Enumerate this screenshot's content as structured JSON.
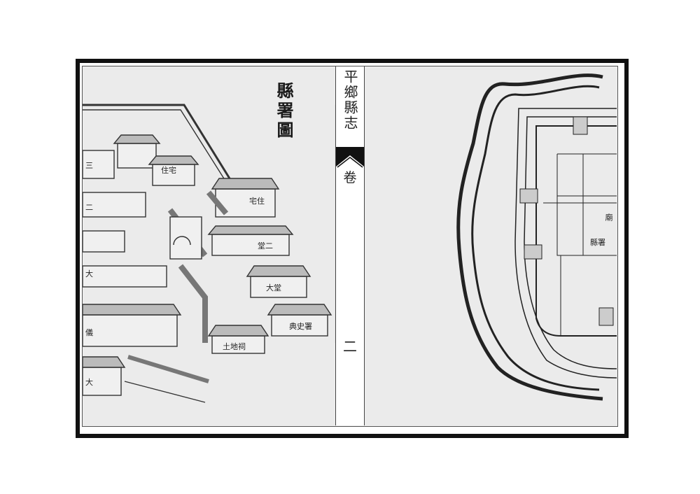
{
  "book": {
    "title": "平鄉縣志",
    "section": "卷",
    "page_number": "二"
  },
  "left_page": {
    "map_title": "縣署圖",
    "labels": [
      {
        "id": "residence-1",
        "text": "住宅"
      },
      {
        "id": "residence-2",
        "text": "宅住"
      },
      {
        "id": "second-hall",
        "text": "堂二"
      },
      {
        "id": "grand-hall",
        "text": "大堂"
      },
      {
        "id": "dianshi-office",
        "text": "典史署"
      },
      {
        "id": "earth-god-shrine",
        "text": "土地祠"
      },
      {
        "id": "side-three",
        "text": "三"
      },
      {
        "id": "side-two",
        "text": "二"
      },
      {
        "id": "side-grand",
        "text": "大"
      },
      {
        "id": "side-ceremony",
        "text": "儀"
      },
      {
        "id": "side-da",
        "text": "大"
      }
    ]
  },
  "right_page": {
    "labels": [
      {
        "id": "temple",
        "text": "廟"
      },
      {
        "id": "yamen",
        "text": "縣署"
      }
    ]
  },
  "colors": {
    "border": "#111111",
    "paper": "#ebebeb",
    "ink": "#222222"
  }
}
